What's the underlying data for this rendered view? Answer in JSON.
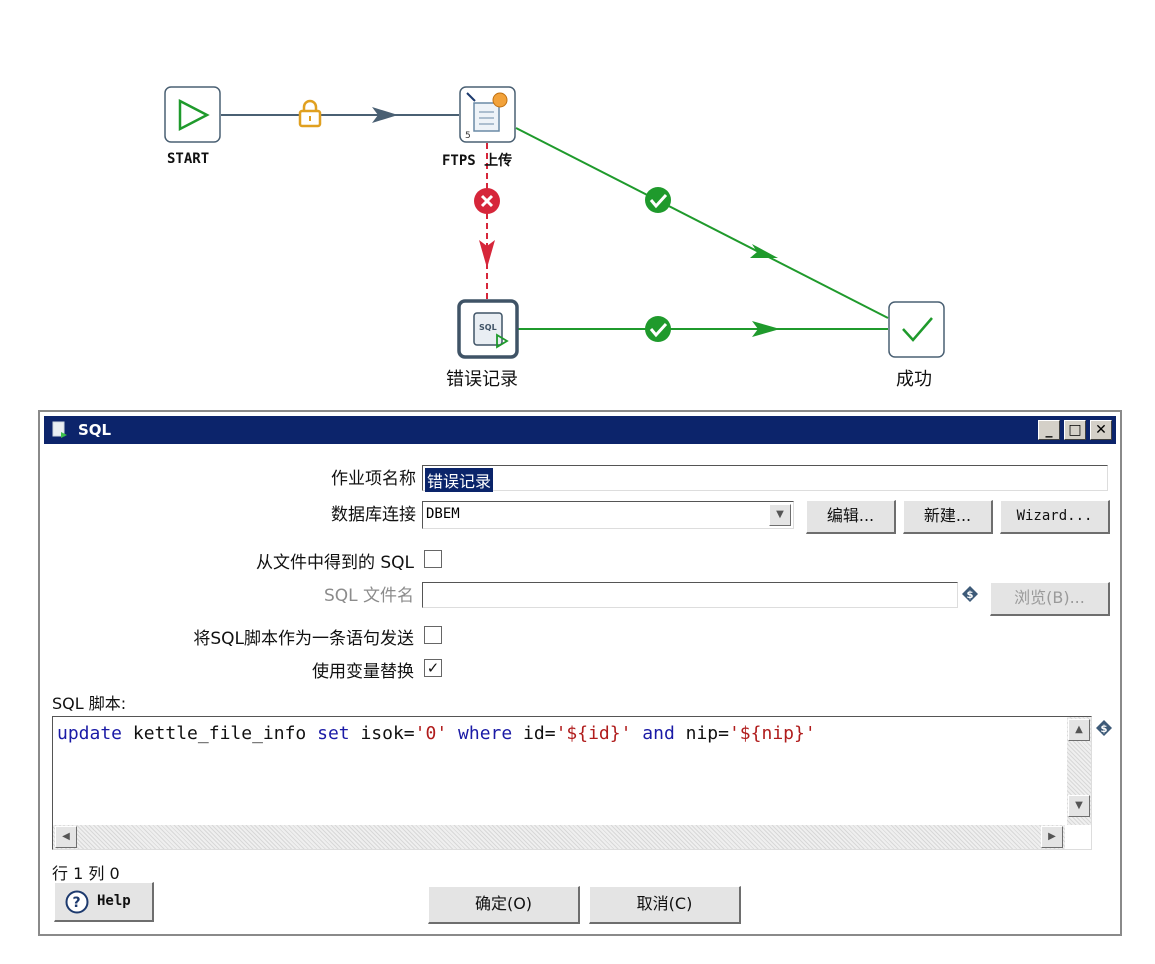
{
  "workflow": {
    "nodes": {
      "start": {
        "label": "START"
      },
      "ftps": {
        "label": "FTPS 上传"
      },
      "error_log": {
        "label": "错误记录"
      },
      "success": {
        "label": "成功"
      }
    },
    "colors": {
      "line": "#4a6073",
      "ok": "#1f9a2c",
      "error": "#d6263a",
      "lock": "#e0a020",
      "node_border": "#4a6073"
    }
  },
  "dialog": {
    "title": "SQL",
    "window_buttons": {
      "minimize": "_",
      "maximize": "□",
      "close": "✕"
    },
    "job_name_label": "作业项名称",
    "job_name_value": "错误记录",
    "db_connection_label": "数据库连接",
    "db_connection_value": "DBEM",
    "edit_button": "编辑...",
    "new_button": "新建...",
    "wizard_button": "Wizard...",
    "sql_from_file_label": "从文件中得到的 SQL",
    "sql_from_file_checked": false,
    "sql_filename_label": "SQL 文件名",
    "sql_filename_value": "",
    "browse_button": "浏览(B)...",
    "send_as_single_label": "将SQL脚本作为一条语句发送",
    "send_as_single_checked": false,
    "use_variable_label": "使用变量替换",
    "use_variable_checked": true,
    "sql_script_label": "SQL 脚本:",
    "sql_tokens": {
      "t1": "update",
      "t2": " kettle_file_info ",
      "t3": "set",
      "t4": " isok=",
      "t5": "'0'",
      "t6": " ",
      "t7": "where",
      "t8": " id=",
      "t9": "'${id}'",
      "t10": " ",
      "t11": "and",
      "t12": " nip=",
      "t13": "'${nip}'"
    },
    "status": "行 1 列 0",
    "help_button": "Help",
    "ok_button": "确定(O)",
    "cancel_button": "取消(C)"
  }
}
